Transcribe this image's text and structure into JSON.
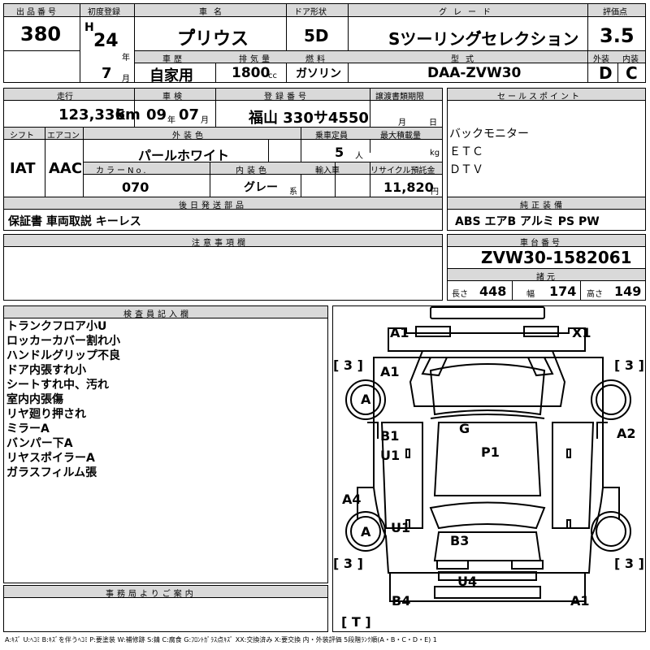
{
  "header": {
    "lot_label": "出品番号",
    "lot_value": "380",
    "first_reg_label": "初度登録",
    "era_letter": "H",
    "year_value": "24",
    "year_unit": "年",
    "month_value": "7",
    "month_unit": "月",
    "car_name_label": "車名",
    "car_name_value": "プ゚リウス",
    "door_label": "ドア形状",
    "door_value": "5D",
    "grade_label": "グレード",
    "grade_value": "Sツーリング゙セレクション",
    "score_label": "評価点",
    "score_value": "3.5",
    "exterior_label": "外装",
    "exterior_value": "D",
    "interior_label": "内装",
    "interior_value": "C",
    "history_label": "車歴",
    "history_value": "自家用",
    "displacement_label": "排気量",
    "displacement_value": "1800",
    "displacement_unit": "cc",
    "fuel_label": "燃料",
    "fuel_value": "ガソリン",
    "model_label": "型式",
    "model_value": "DAA-ZVW30"
  },
  "info": {
    "mileage_label": "走行",
    "mileage_value": "123,336",
    "mileage_unit": "km",
    "inspection_label": "車検",
    "inspection_year": "09",
    "inspection_year_unit": "年",
    "inspection_month": "07",
    "inspection_month_unit": "月",
    "plate_label": "登録番号",
    "plate_value": "福山 330サ4550",
    "transfer_label": "譲渡書類期限",
    "transfer_month_unit": "月",
    "transfer_day_unit": "日",
    "shift_label": "シフト",
    "shift_value": "IAT",
    "aircon_label": "エアコン",
    "aircon_value": "AAC",
    "color_label": "外装色",
    "color_value": "パールホワイト",
    "capacity_label": "乗車定員",
    "capacity_value": "5",
    "capacity_unit": "人",
    "load_label": "最大積載量",
    "load_unit": "kg",
    "colorno_label": "カラーNo.",
    "colorno_value": "070",
    "interior_color_label": "内装色",
    "interior_color_value": "グレー",
    "interior_color_unit": "系",
    "import_label": "輸入車",
    "recycle_label": "リサイクル預託金",
    "recycle_value": "11,820",
    "recycle_unit": "円",
    "shipping_label": "後日発送部品",
    "shipping_value": "保証書 車両取説 キーレス"
  },
  "sales": {
    "label": "セールスポイント",
    "lines": [
      "バックモニター",
      "ＥＴＣ",
      "ＤＴＶ"
    ],
    "equipment_label": "純正装備",
    "equipment_value": "ABS エアB アルミ PS PW"
  },
  "notes": {
    "label": "注意事項欄"
  },
  "chassis": {
    "label": "車台番号",
    "value": "ZVW30-1582061",
    "spec_label": "諸元",
    "length_label": "長さ",
    "length_value": "448",
    "width_label": "幅",
    "width_value": "174",
    "height_label": "高さ",
    "height_value": "149"
  },
  "inspector": {
    "label": "検査員記入欄",
    "lines": [
      "トランクフロア小U",
      "ロッカーカバー割れ小",
      "ハンドルグリップ不良",
      "ドア内張すれ小",
      "シートすれ中、汚れ",
      "室内内張傷",
      "リヤ廻り押され",
      "ミラーA",
      "バンパー下A",
      "リヤスポイラーA",
      "ガラスフィルム張"
    ]
  },
  "office": {
    "label": "事務局よりご案内"
  },
  "diagram": {
    "marks": {
      "a1_top": "A1",
      "x1": "X1",
      "a1_left": "A1",
      "a_front_left": "A",
      "b1": "B1",
      "u1_left": "U1",
      "g": "G",
      "p1": "P1",
      "a2": "A2",
      "a4": "A4",
      "a_rear_left": "A",
      "u1_rear": "U1",
      "b3": "B3",
      "u4": "U4",
      "b4": "B4",
      "a1_bottom": "A1"
    },
    "tire_marks": {
      "tl": "[ 3 ]",
      "tr": "[ 3 ]",
      "bl": "[ 3 ]",
      "br": "[ 3 ]",
      "t": "[ T ]"
    }
  },
  "legend": "A:ｷｽﾞ U:ﾍｺﾐ B:ｷｽﾞを伴うﾍｺﾐ P:要塗装 W:補修跡 S:錆 C:腐食 G:ﾌﾛﾝﾄｶﾞﾗｽ点ｷｽﾞ XX:交換済み X:要交換 内・外装評価 5段階ﾗﾝｸ順(A・B・C・D・E) 1"
}
